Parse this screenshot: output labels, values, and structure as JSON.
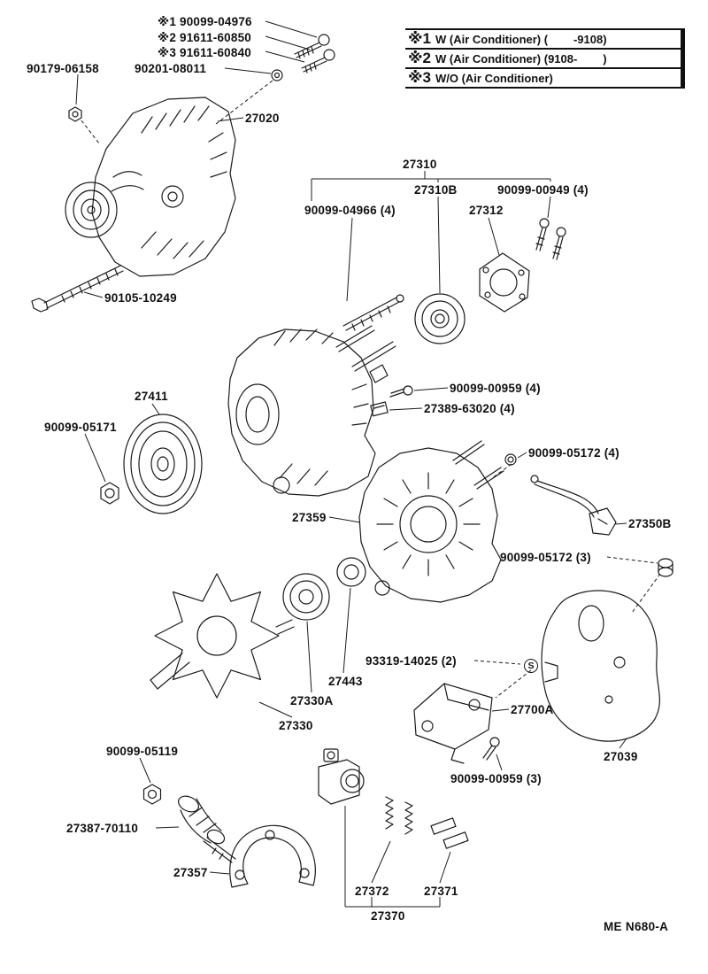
{
  "page": {
    "footer_code": "ME N680-A"
  },
  "legend": {
    "rows": [
      {
        "sym": "※1",
        "text": "W (Air Conditioner) (        -9108)"
      },
      {
        "sym": "※2",
        "text": "W (Air Conditioner) (9108-        )"
      },
      {
        "sym": "※3",
        "text": "W/O (Air Conditioner)"
      }
    ]
  },
  "marker": {
    "text": "S"
  },
  "callouts": [
    {
      "part": "90099-04976",
      "text": "※1 90099-04976"
    },
    {
      "part": "91611-60850",
      "text": "※2 91611-60850"
    },
    {
      "part": "91611-60840",
      "text": "※3 91611-60840"
    },
    {
      "part": "90179-06158",
      "text": "90179-06158"
    },
    {
      "part": "90201-08011",
      "text": "90201-08011"
    },
    {
      "part": "27020",
      "text": "27020"
    },
    {
      "part": "27310",
      "text": "27310"
    },
    {
      "part": "27310B",
      "text": "27310B"
    },
    {
      "part": "90099-04966",
      "text": "90099-04966 (4)"
    },
    {
      "part": "90099-00949",
      "text": "90099-00949 (4)"
    },
    {
      "part": "27312",
      "text": "27312"
    },
    {
      "part": "90105-10249",
      "text": "90105-10249"
    },
    {
      "part": "27411",
      "text": "27411"
    },
    {
      "part": "90099-05171",
      "text": "90099-05171"
    },
    {
      "part": "90099-00959-4",
      "text": "90099-00959 (4)"
    },
    {
      "part": "27389-63020",
      "text": "27389-63020 (4)"
    },
    {
      "part": "90099-05172-4",
      "text": "90099-05172 (4)"
    },
    {
      "part": "27359",
      "text": "27359"
    },
    {
      "part": "27350B",
      "text": "27350B"
    },
    {
      "part": "90099-05172-3",
      "text": "90099-05172 (3)"
    },
    {
      "part": "93319-14025",
      "text": "93319-14025 (2)"
    },
    {
      "part": "27443",
      "text": "27443"
    },
    {
      "part": "27330A",
      "text": "27330A"
    },
    {
      "part": "27330",
      "text": "27330"
    },
    {
      "part": "27700A",
      "text": "27700A"
    },
    {
      "part": "27039",
      "text": "27039"
    },
    {
      "part": "90099-05119",
      "text": "90099-05119"
    },
    {
      "part": "90099-00959-3",
      "text": "90099-00959 (3)"
    },
    {
      "part": "27387-70110",
      "text": "27387-70110"
    },
    {
      "part": "27357",
      "text": "27357"
    },
    {
      "part": "27372",
      "text": "27372"
    },
    {
      "part": "27371",
      "text": "27371"
    },
    {
      "part": "27370",
      "text": "27370"
    }
  ]
}
